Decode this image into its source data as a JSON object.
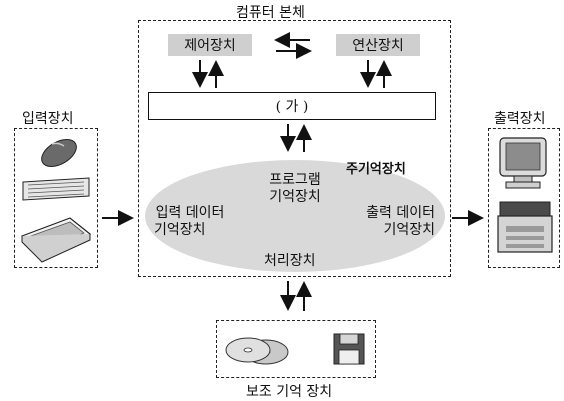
{
  "computer_body": {
    "title": "컴퓨터 본체",
    "control_unit": "제어장치",
    "alu": "연산장치",
    "unknown_box": "( 가 )",
    "main_memory": {
      "title": "주기억장치",
      "program_storage": [
        "프로그램",
        "기억장치"
      ],
      "input_data_storage": [
        "입력 데이터",
        "기억장치"
      ],
      "output_data_storage": [
        "출력 데이터",
        "기억장치"
      ],
      "processing_unit": "처리장치"
    }
  },
  "input_device": {
    "title": "입력장치"
  },
  "output_device": {
    "title": "출력장치"
  },
  "secondary_storage": {
    "title": "보조 기억 장치"
  }
}
